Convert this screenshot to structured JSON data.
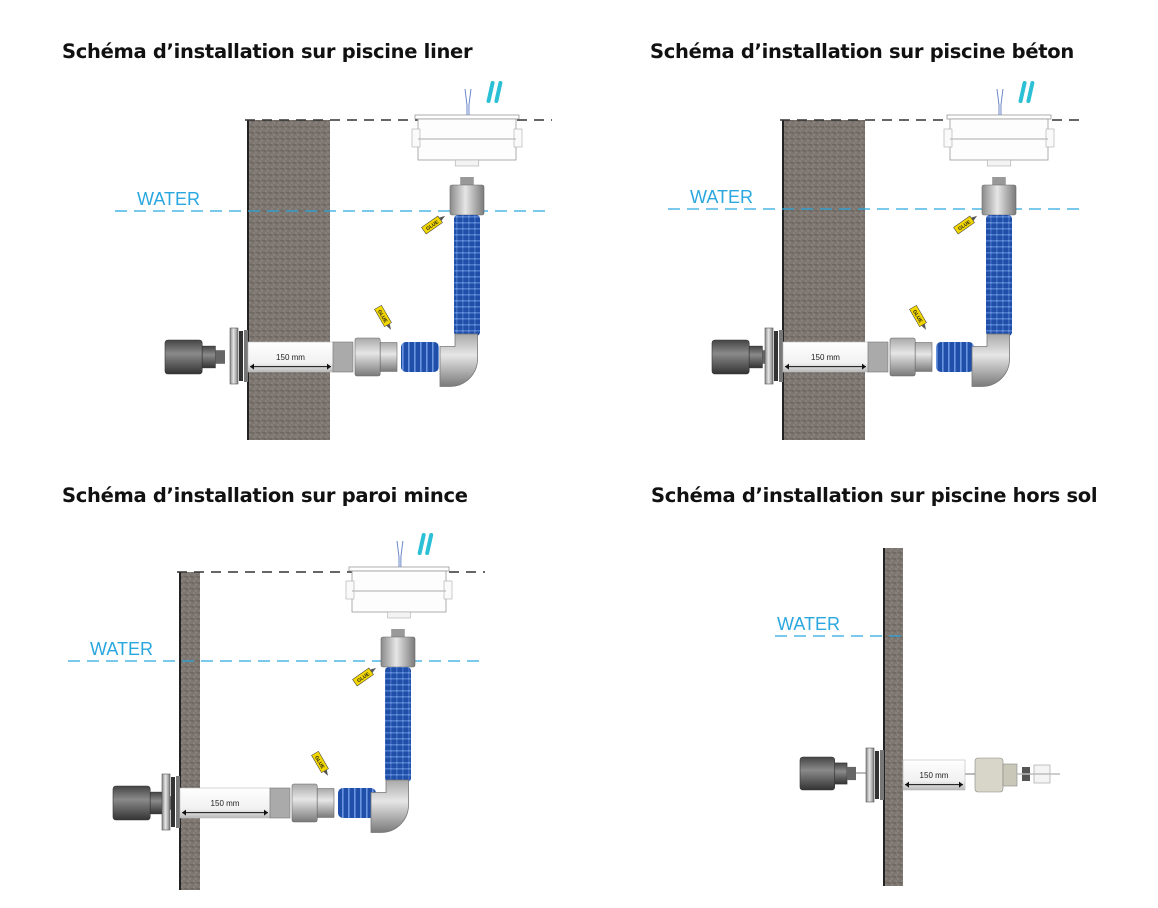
{
  "panels": [
    {
      "title": "Schéma d’installation sur piscine liner",
      "water_label": "WATER",
      "dimension_label": "150 mm"
    },
    {
      "title": "Schéma d’installation sur piscine béton",
      "water_label": "WATER",
      "dimension_label": "150 mm"
    },
    {
      "title": "Schéma d’installation sur paroi mince",
      "water_label": "WATER",
      "dimension_label": "150 mm"
    },
    {
      "title": "Schéma d’installation sur piscine hors sol",
      "water_label": "WATER",
      "dimension_label": "150 mm"
    }
  ],
  "glue_label": "GLUE",
  "colors": {
    "water": "#2aa7df",
    "hose": "#1f4fa8",
    "wall": "#7d7670",
    "glue": "#f2d600",
    "wire_tag": "#2bc0d6"
  }
}
